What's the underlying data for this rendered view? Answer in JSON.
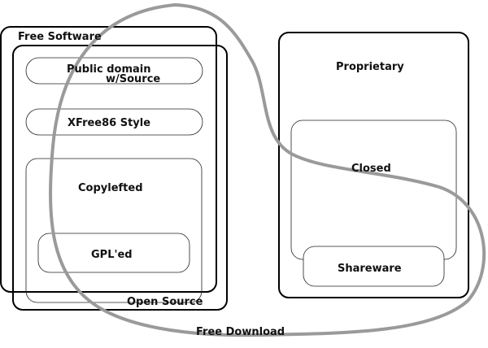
{
  "diagram": {
    "title": "Categories of Free and Non-Free Software",
    "colors": {
      "box_stroke": "#000000",
      "inner_stroke": "#222222",
      "free_download_curve": "#9a9a9a",
      "text": "#111111",
      "background": "#ffffff"
    },
    "regions": {
      "free_software": {
        "label": "Free Software"
      },
      "open_source": {
        "label": "Open Source"
      },
      "public_domain": {
        "label_line1": "Public domain",
        "label_line2": "w/Source"
      },
      "xfree86": {
        "label": "XFree86 Style"
      },
      "copylefted": {
        "label": "Copylefted"
      },
      "gpled": {
        "label": "GPL'ed"
      },
      "proprietary": {
        "label": "Proprietary"
      },
      "closed": {
        "label": "Closed"
      },
      "shareware": {
        "label": "Shareware"
      },
      "free_download": {
        "label": "Free Download"
      }
    }
  }
}
